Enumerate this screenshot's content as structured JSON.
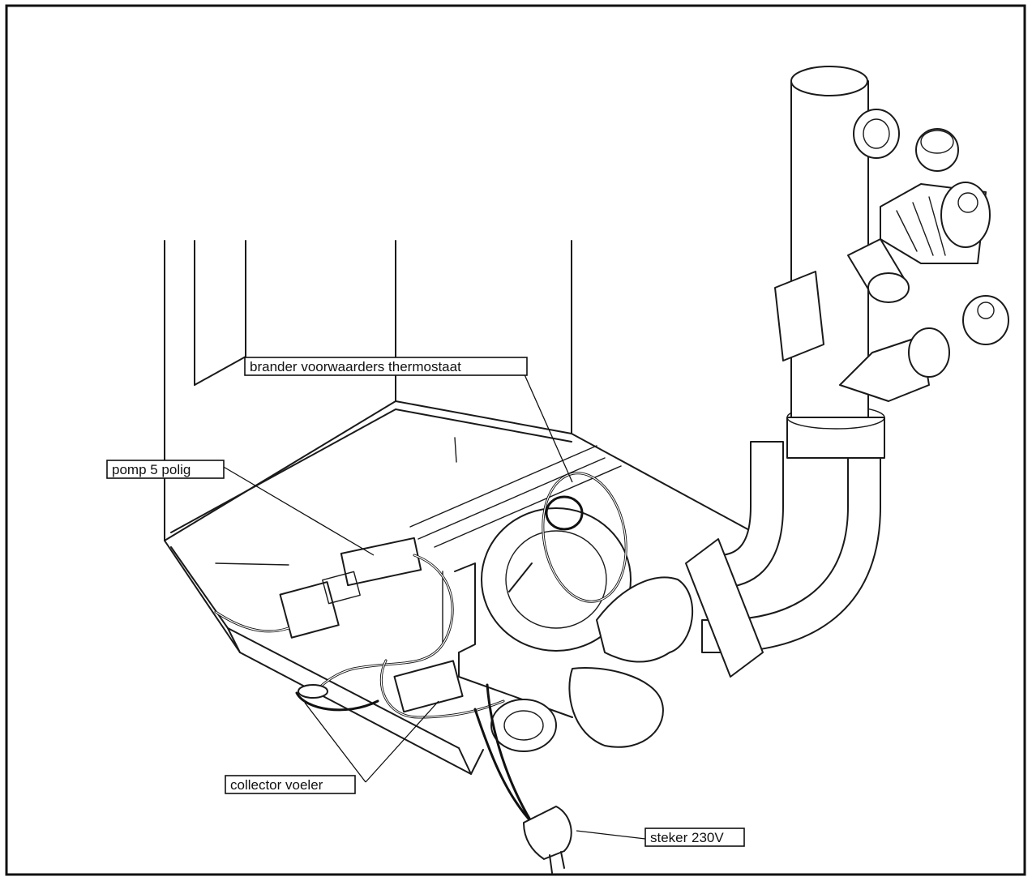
{
  "labels": {
    "brander": "brander voorwaarders thermostaat",
    "pomp": "pomp 5 polig",
    "collector": "collector voeler",
    "steker": "steker 230V"
  }
}
